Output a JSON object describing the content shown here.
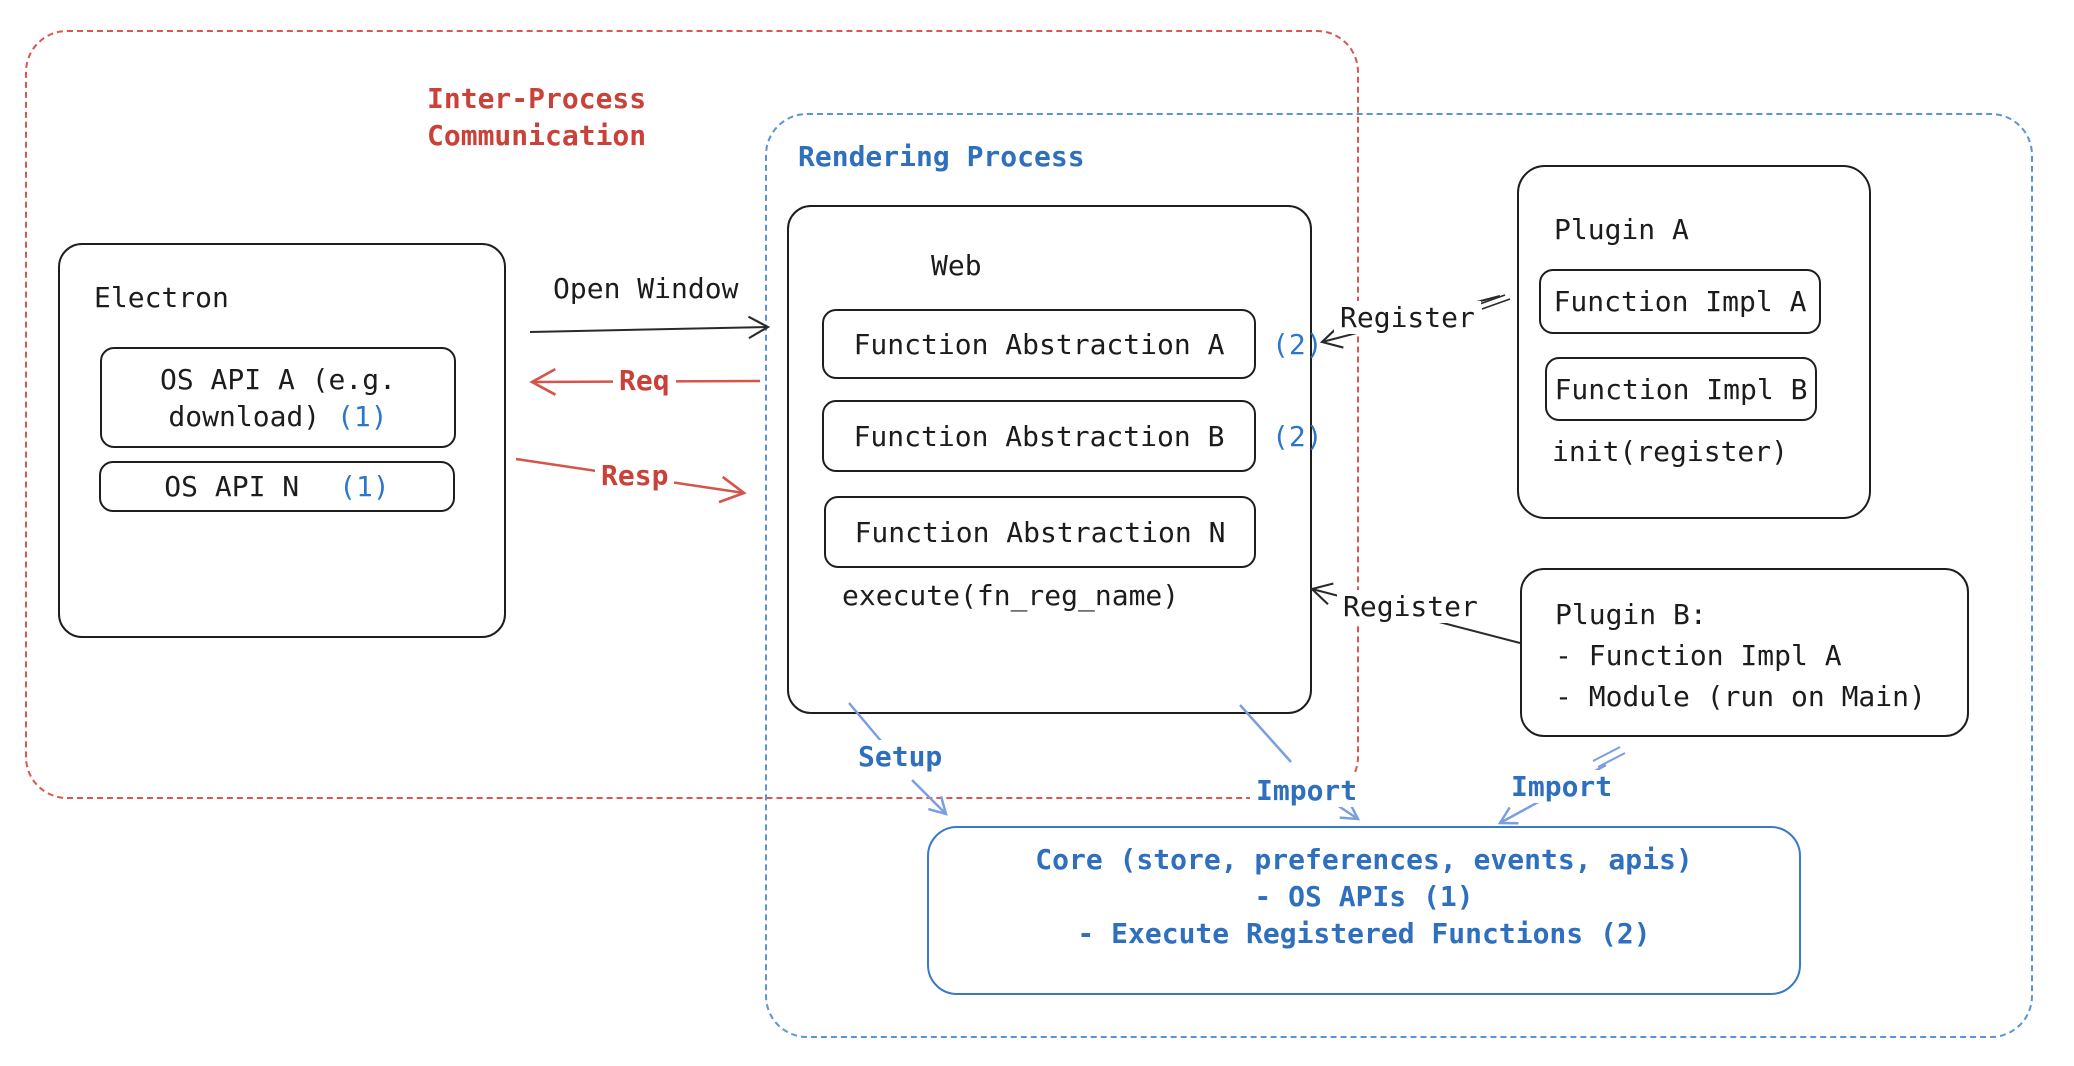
{
  "diagram": {
    "ipc_container": {
      "label_lines": [
        "Inter-Process",
        "Communication"
      ]
    },
    "rendering_container": {
      "label": "Rendering Process"
    },
    "electron": {
      "title": "Electron",
      "api_boxes": [
        {
          "label": "OS API A (e.g. download)",
          "ref": "(1)"
        },
        {
          "label": "OS API N",
          "ref": "(1)"
        }
      ]
    },
    "web": {
      "title": "Web",
      "abstraction_boxes": [
        {
          "label": "Function Abstraction A",
          "ref": "(2)"
        },
        {
          "label": "Function Abstraction B",
          "ref": "(2)"
        },
        {
          "label": "Function Abstraction N",
          "ref": ""
        }
      ],
      "execute_label": "execute(fn_reg_name)"
    },
    "plugin_a": {
      "title": "Plugin A",
      "impl_boxes": [
        "Function Impl A",
        "Function Impl B"
      ],
      "init_label": "init(register)"
    },
    "plugin_b": {
      "title": "Plugin B:",
      "items": [
        "- Function Impl A",
        "- Module (run on Main)"
      ]
    },
    "core": {
      "lines": [
        "Core (store, preferences, events, apis)",
        "- OS APIs (1)",
        "- Execute Registered Functions (2)"
      ]
    },
    "edges": {
      "open_window": "Open Window",
      "req": "Req",
      "resp": "Resp",
      "register_top": "Register",
      "register_bottom": "Register",
      "setup": "Setup",
      "import_mid": "Import",
      "import_right": "Import"
    },
    "colors": {
      "red_text": "#c94138",
      "red_dash": "#d6584e",
      "blue_text": "#2e6fbe",
      "blue_dash": "#5b94d6",
      "light_blue_arrow": "#7b9ee0",
      "badge_blue": "#2e77c8",
      "stroke_black": "#1e1e1e"
    }
  }
}
